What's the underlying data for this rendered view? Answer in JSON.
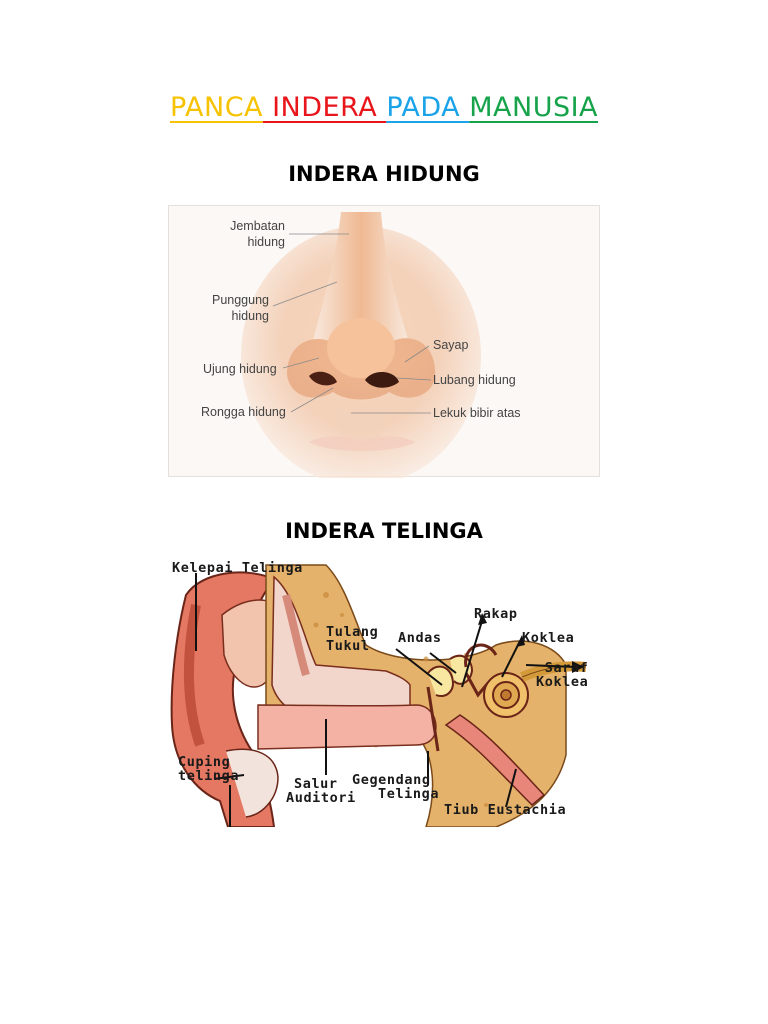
{
  "title": {
    "words": [
      {
        "text": "PANCA",
        "color": "#f7c200"
      },
      {
        "text": " INDERA ",
        "color": "#e8151b"
      },
      {
        "text": "PADA ",
        "color": "#1aa3e8"
      },
      {
        "text": "MANUSIA",
        "color": "#16a34a"
      }
    ]
  },
  "sections": {
    "nose": {
      "heading": "INDERA HIDUNG",
      "labels": {
        "jembatan_1": "Jembatan",
        "jembatan_2": "hidung",
        "punggung_1": "Punggung",
        "punggung_2": "hidung",
        "ujung": "Ujung hidung",
        "rongga": "Rongga hidung",
        "sayap": "Sayap",
        "lubang": "Lubang hidung",
        "lekuk": "Lekuk bibir atas"
      }
    },
    "ear": {
      "heading": "INDERA TELINGA",
      "labels": {
        "kelepai": "Kelepai Telinga",
        "rakap": "Rakap",
        "tulang_1": "Tulang",
        "tulang_2": "Tukul",
        "andas": "Andas",
        "koklea": "Koklea",
        "saraf_1": "Saraf",
        "saraf_2": "Koklea",
        "cuping_1": "Cuping",
        "cuping_2": "telinga",
        "salur_1": "Salur",
        "salur_2": "Auditori",
        "gegendang_1": "Gegendang",
        "gegendang_2": "Telinga",
        "tiub": "Tiub Eustachia"
      }
    }
  }
}
